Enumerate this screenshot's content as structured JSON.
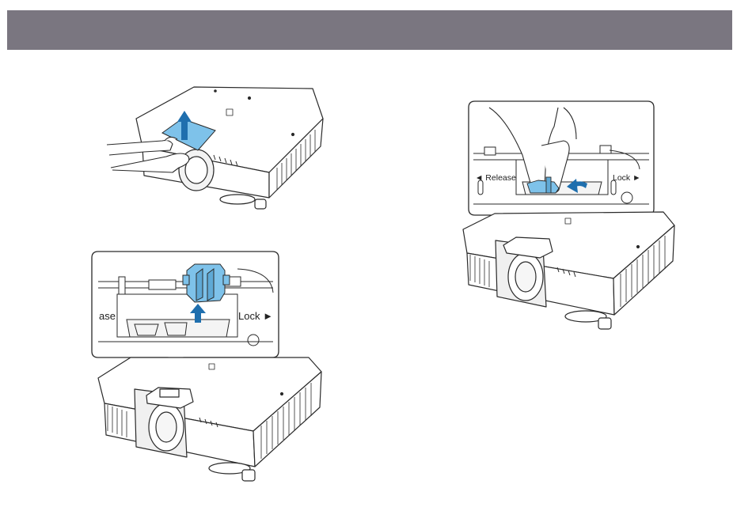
{
  "header": {
    "color": "#7a7680"
  },
  "illustrations": {
    "step2_callout": {
      "release_label": "ase",
      "lock_label": "Lock ►"
    },
    "step3_callout": {
      "release_label": "◄ Release",
      "lock_label": "Lock ►"
    }
  },
  "colors": {
    "highlight_blue": "#7ec2ea",
    "arrow_blue": "#1f6fae",
    "line": "#2a2a2a"
  }
}
